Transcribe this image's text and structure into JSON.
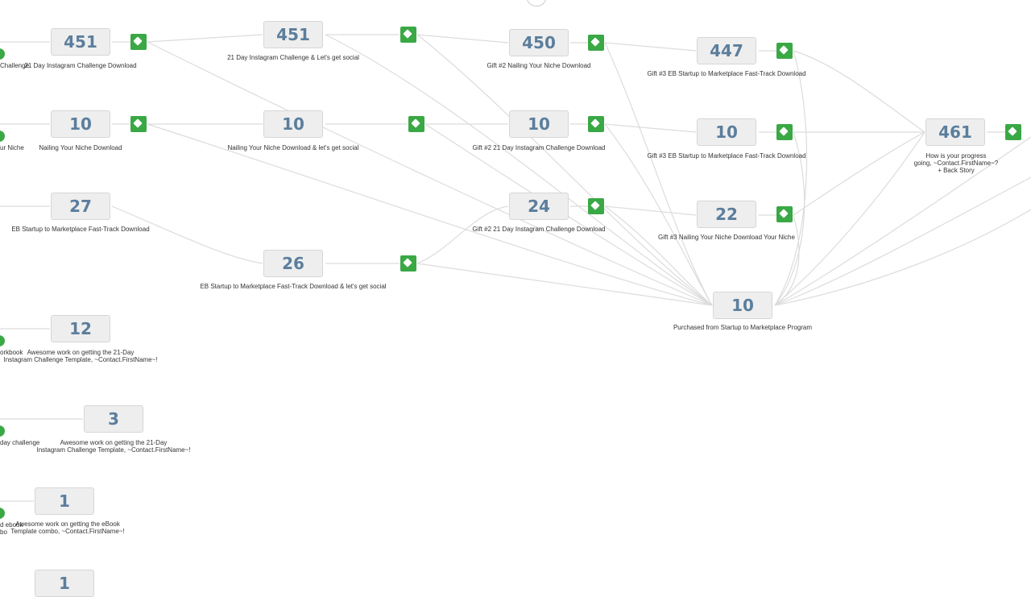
{
  "nodes": [
    {
      "count": "451",
      "label": "21 Day Instagram Challenge Download"
    },
    {
      "count": "451",
      "label": "21 Day Instagram Challenge & Let's get social"
    },
    {
      "count": "450",
      "label": "Gift #2 Nailing Your Niche Download"
    },
    {
      "count": "447",
      "label": "Gift #3 EB Startup to Marketplace Fast-Track Download"
    },
    {
      "count": "10",
      "label": "Nailing Your Niche Download"
    },
    {
      "count": "10",
      "label": "Nailing Your Niche Download & let's get social"
    },
    {
      "count": "10",
      "label": "Gift #2 21 Day Instagram Challenge Download"
    },
    {
      "count": "10",
      "label": "Gift #3  EB Startup to Marketplace Fast-Track Download"
    },
    {
      "count": "461",
      "label": "How is your progress\ngoing, ~Contact.FirstName~?\n+ Back Story"
    },
    {
      "count": "27",
      "label": "EB Startup to Marketplace Fast-Track Download"
    },
    {
      "count": "24",
      "label": "Gift #2 21 Day Instagram Challenge Download"
    },
    {
      "count": "22",
      "label": "Gift #3  Nailing Your Niche Download Your Niche"
    },
    {
      "count": "26",
      "label": "EB Startup to Marketplace Fast-Track Download & let's get social"
    },
    {
      "count": "10",
      "label": "Purchased from Startup to Marketplace Program"
    },
    {
      "count": "12",
      "label": "Awesome work on getting the 21-Day\nInstagram Challenge Template, ~Contact.FirstName~!"
    },
    {
      "count": "3",
      "label": "Awesome work on getting the 21-Day\nInstagram Challenge Template, ~Contact.FirstName~!"
    },
    {
      "count": "1",
      "label": "Awesome work on getting the eBook\nTemplate combo, ~Contact.FirstName~!"
    },
    {
      "count": "1",
      "label": ""
    }
  ],
  "left_labels": [
    "Challenge",
    "ur Niche",
    "orkbook",
    "day challenge",
    "d ebook\nbo"
  ]
}
